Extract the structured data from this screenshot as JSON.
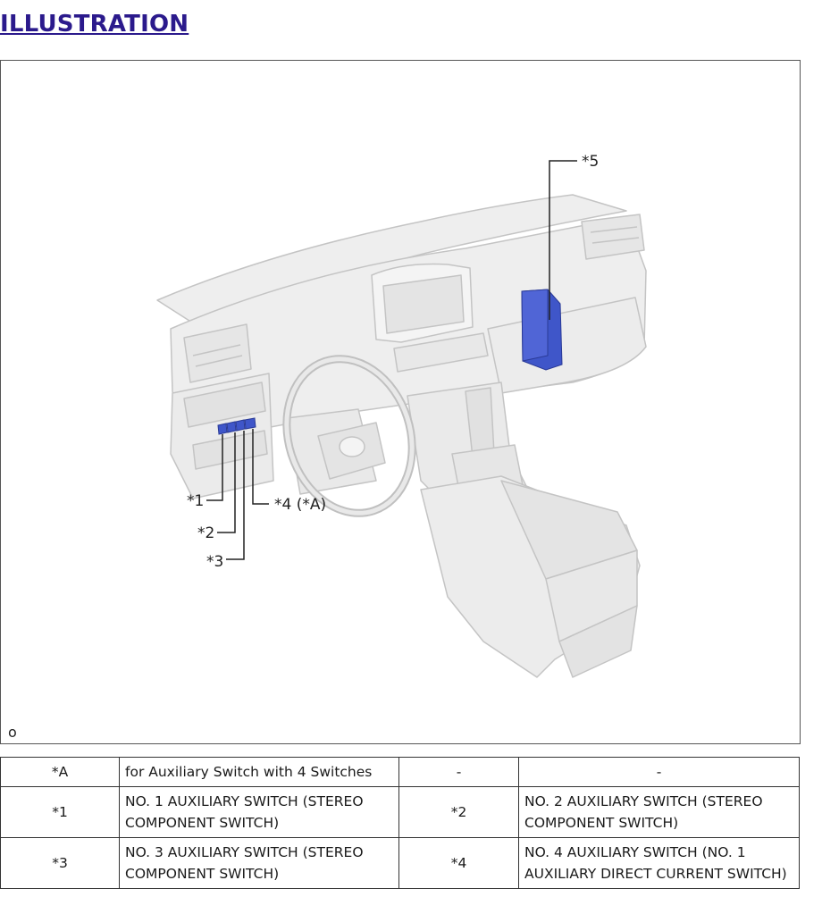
{
  "header": {
    "title": "ILLUSTRATION"
  },
  "figure": {
    "code": "o",
    "callouts": {
      "c1": "*1",
      "c2": "*2",
      "c3": "*3",
      "c4": "*4 (*A)",
      "c5": "*5"
    },
    "colors": {
      "highlight": "#3f56c9",
      "interior_fill": "#eeeeee",
      "interior_stroke": "#c4c4c4"
    },
    "icons": [
      "vehicle-dashboard-illustration"
    ]
  },
  "legend": {
    "rows": [
      {
        "key1": "*A",
        "desc1": "for Auxiliary Switch with 4 Switches",
        "key2": "-",
        "desc2": "-"
      },
      {
        "key1": "*1",
        "desc1": "NO. 1 AUXILIARY SWITCH (STEREO COMPONENT SWITCH)",
        "key2": "*2",
        "desc2": "NO. 2 AUXILIARY SWITCH (STEREO COMPONENT SWITCH)"
      },
      {
        "key1": "*3",
        "desc1": "NO. 3 AUXILIARY SWITCH (STEREO COMPONENT SWITCH)",
        "key2": "*4",
        "desc2": "NO. 4 AUXILIARY SWITCH (NO. 1 AUXILIARY DIRECT CURRENT SWITCH)"
      }
    ]
  }
}
